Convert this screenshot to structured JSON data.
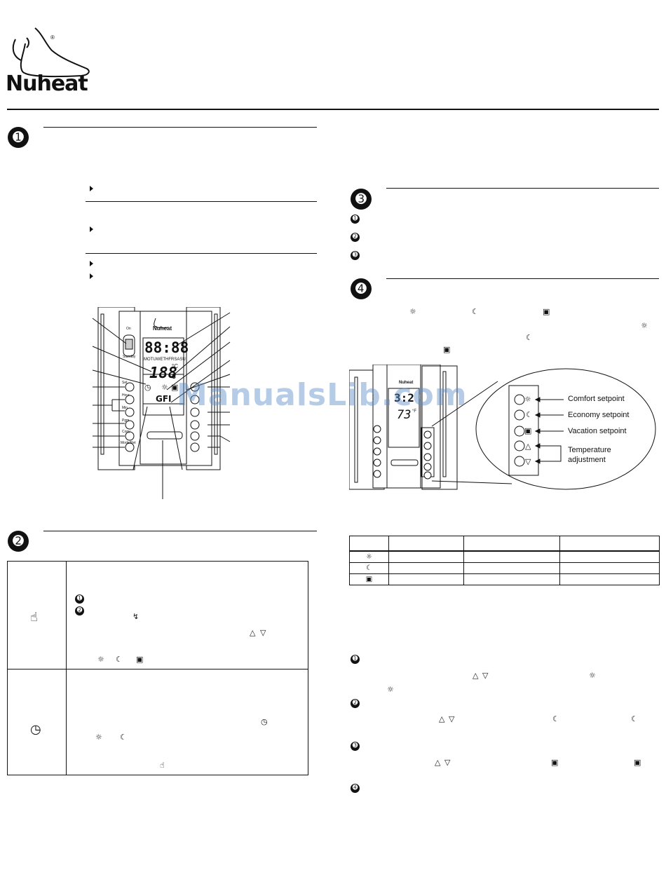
{
  "brand": {
    "name": "Nuheat",
    "registered": "®",
    "logo": "foot-logo"
  },
  "thermostat": {
    "brand": "Nuheat",
    "clock_display": "88:88",
    "days_display": "MOTUWETHFRSASU",
    "temp_display": "188",
    "temp_decimal": "8",
    "temp_unit": "°C",
    "status_text": "GFI",
    "switch_top": "On",
    "switch_bottom": "Standby",
    "left_buttons": [
      "Set",
      "Hour",
      "Min",
      "Pgm",
      "Copy",
      "Mode/Ret"
    ]
  },
  "section4_thermostat": {
    "brand": "Nuheat",
    "clock_display": "3:2",
    "temp_display": "73",
    "temp_unit": "°F"
  },
  "callouts": {
    "comfort": "Comfort setpoint",
    "economy": "Economy setpoint",
    "vacation": "Vacation setpoint",
    "temperature": "Temperature",
    "adjustment": "adjustment"
  },
  "watermark": "ManualsLib.com",
  "icons": {
    "comfort": "sun-icon",
    "economy": "moon-icon",
    "vacation": "suitcase-icon",
    "manual": "hand-icon",
    "program": "clock-icon",
    "up": "up-triangle-icon",
    "down": "down-triangle-icon"
  },
  "colors": {
    "ink": "#111111",
    "watermark": "#5a8cc8"
  }
}
